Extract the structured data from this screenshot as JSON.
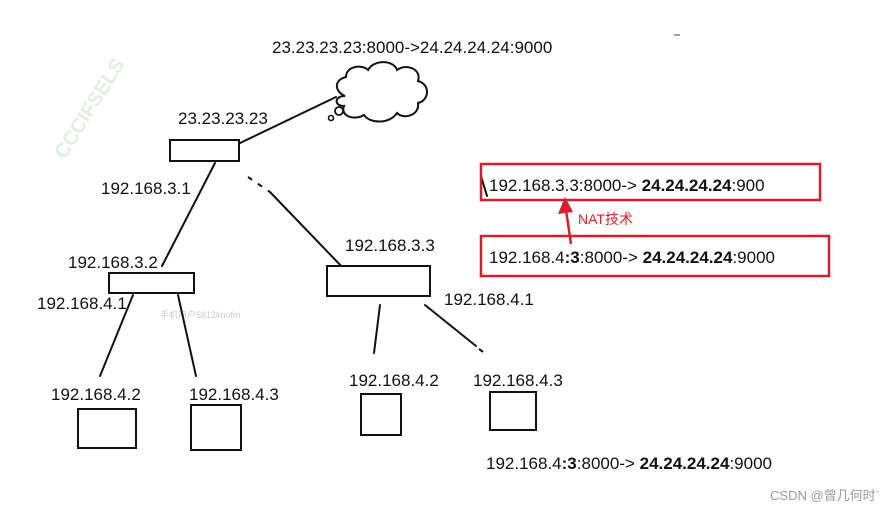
{
  "top_mapping": "23.23.23.23:8000->24.24.24.24:9000",
  "public_router": {
    "ip": "23.23.23.23"
  },
  "left_router": {
    "wan_ip": "192.168.3.1",
    "lan_ip": "192.168.3.2",
    "sub_ip": "192.168.4.1",
    "hosts": [
      "192.168.4.2",
      "192.168.4.3"
    ]
  },
  "right_router": {
    "wan_ip": "192.168.3.3",
    "lan_ip": "192.168.4.1",
    "hosts": [
      "192.168.4.2",
      "192.168.4.3"
    ]
  },
  "nat_panel": {
    "upper_src": "192.168.3.3:8000-> ",
    "upper_dst": "24.24.24.24",
    "upper_port": ":900",
    "label": "NAT技术",
    "lower_src_a": "192.168.4",
    "lower_src_b": ":3",
    "lower_src_c": ":8000-> ",
    "lower_dst": "24.24.24.24",
    "lower_port": ":9000"
  },
  "bottom_mapping": {
    "src_a": "192.168.4",
    "src_b": ":3",
    "src_c": ":8000-> ",
    "dst": "24.24.24.24",
    "port": ":9000"
  },
  "watermark_text": "手机用户5812knufm",
  "stamp_text": "CCCIFSELS",
  "csdn_credit": "CSDN @曾几何时`",
  "colors": {
    "highlight": "#d81e28",
    "line": "#111111"
  }
}
